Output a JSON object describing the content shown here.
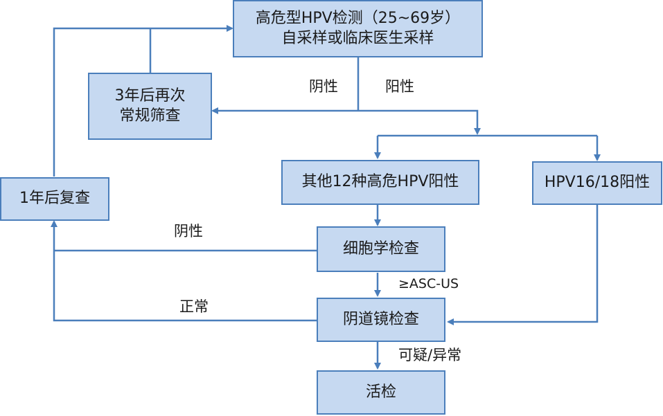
{
  "nodes": {
    "hpv_test": {
      "line1": "高危型HPV检测（25~69岁）",
      "line2": "自采样或临床医生采样"
    },
    "rescreen_3y": {
      "line1": "3年后再次",
      "line2": "常规筛查"
    },
    "other_12_positive": "其他12种高危HPV阳性",
    "hpv16_18_positive": "HPV16/18阳性",
    "recheck_1y": "1年后复查",
    "cytology": "细胞学检查",
    "colposcopy": "阴道镜检查",
    "biopsy": "活检"
  },
  "edge_labels": {
    "negative_top": "阴性",
    "positive_top": "阳性",
    "negative_cytology": "阴性",
    "ascus": "≥ASC-US",
    "normal": "正常",
    "suspicious": "可疑/异常"
  },
  "colors": {
    "box_fill": "#c6d9f1",
    "box_border": "#4a7ebb",
    "connector": "#4a7ebb"
  }
}
